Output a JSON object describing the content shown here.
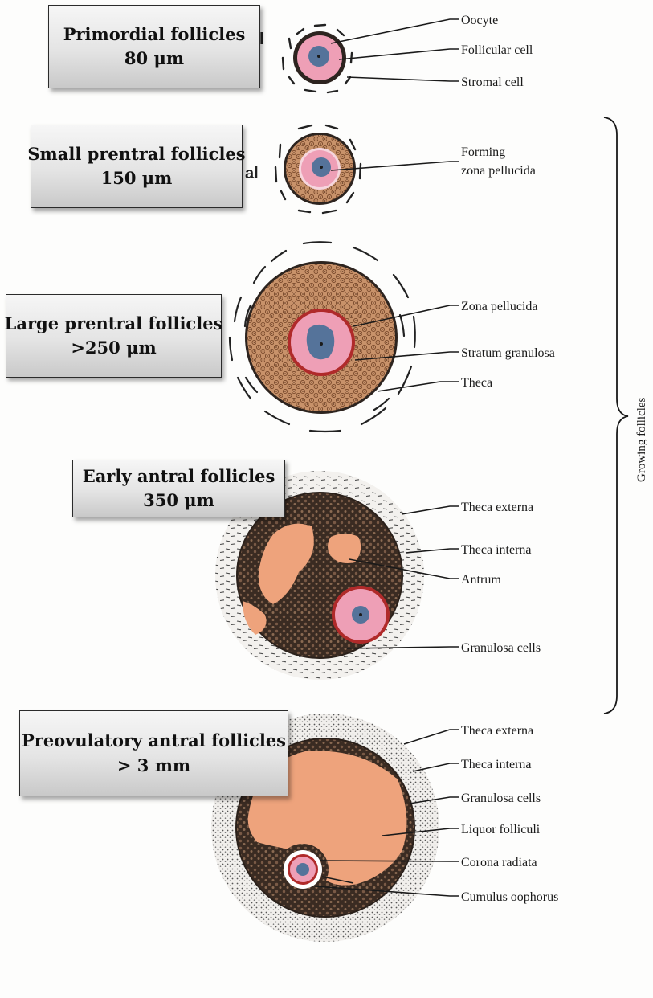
{
  "stages": [
    {
      "title": "Primordial follicles",
      "size": "80 μm"
    },
    {
      "title": "Small prentral follicles",
      "size": "150 μm"
    },
    {
      "title": "Large prentral follicles",
      "size": ">250 μm"
    },
    {
      "title": "Early antral  follicles",
      "size": "350 μm"
    },
    {
      "title": "Preovulatory antral  follicles",
      "size": "> 3 mm"
    }
  ],
  "labels": {
    "oocyte": "Oocyte",
    "follicular_cell": "Follicular cell",
    "stromal_cell": "Stromal cell",
    "forming_zp_1": "Forming",
    "forming_zp_2": "zona pellucida",
    "zona_pellucida": "Zona pellucida",
    "stratum_granulosa": "Stratum granulosa",
    "theca": "Theca",
    "theca_externa_1": "Theca externa",
    "theca_interna_1": "Theca interna",
    "antrum": "Antrum",
    "granulosa_cells_1": "Granulosa cells",
    "theca_externa_2": "Theca externa",
    "theca_interna_2": "Theca interna",
    "granulosa_cells_2": "Granulosa cells",
    "liquor_folliculi": "Liquor folliculi",
    "corona_radiata": "Corona radiata",
    "cumulus_oophorus": "Cumulus oophorus"
  },
  "brace_label": "Growing follicles",
  "colors": {
    "ooplasm": "#ee9fb6",
    "nucleus": "#55739a",
    "zona_rim": "#b02a2a",
    "granulosa": "#c8926a",
    "antrum_fluid": "#eea37c",
    "dark_cells": "#2e231d"
  }
}
